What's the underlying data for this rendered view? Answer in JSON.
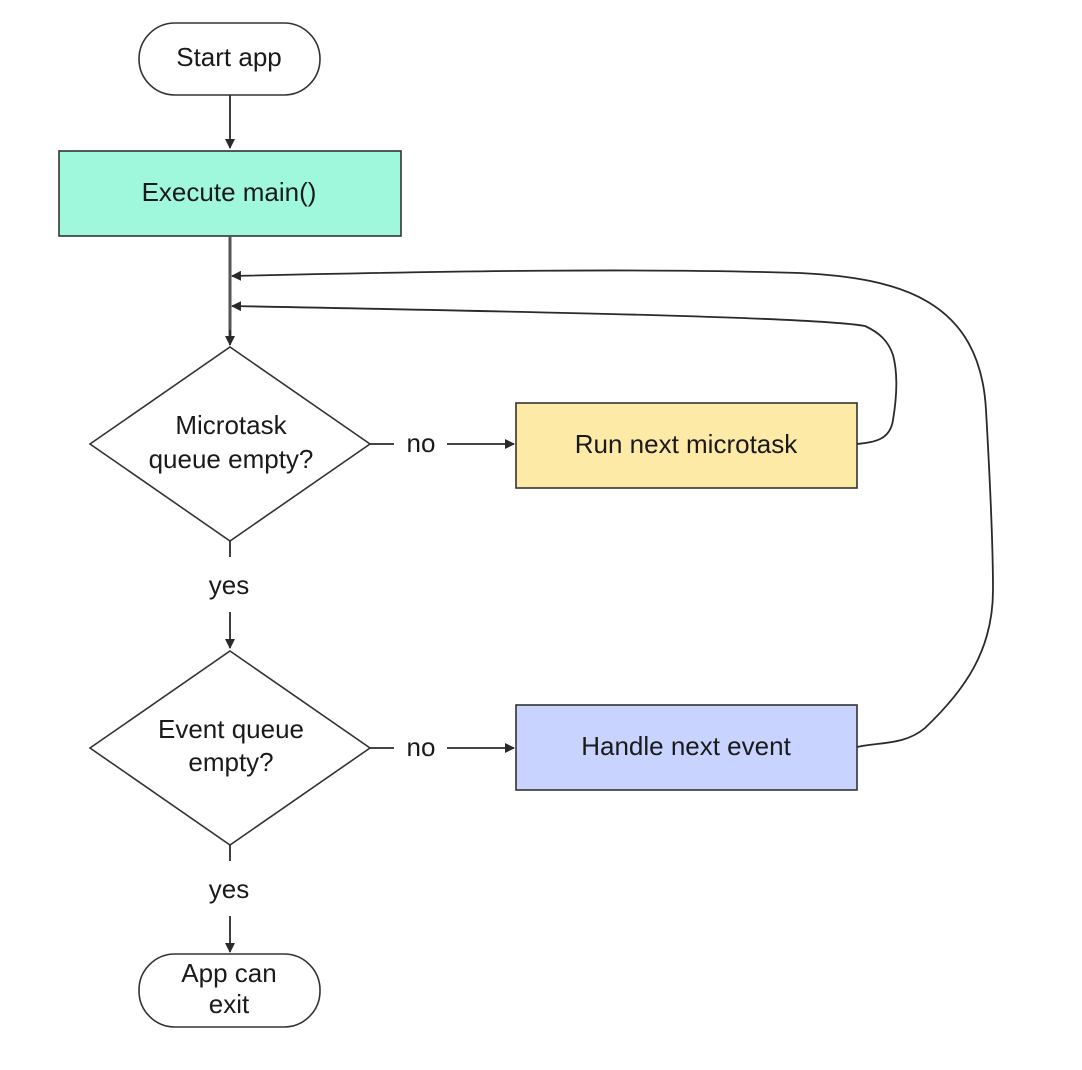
{
  "nodes": {
    "start": {
      "label": "Start app"
    },
    "main": {
      "label": "Execute main()",
      "color": "#a0f8dc"
    },
    "microtask_decision": {
      "line1": "Microtask",
      "line2": "queue empty?"
    },
    "run_microtask": {
      "label": "Run next microtask",
      "color": "#fdeaa6"
    },
    "event_decision": {
      "line1": "Event queue",
      "line2": "empty?"
    },
    "handle_event": {
      "label": "Handle next event",
      "color": "#c8d4ff"
    },
    "exit": {
      "line1": "App can",
      "line2": "exit"
    }
  },
  "edge_labels": {
    "microtask_no": "no",
    "microtask_yes": "yes",
    "event_no": "no",
    "event_yes": "yes"
  },
  "colors": {
    "line": "#2a2a2a",
    "border": "#333333"
  }
}
